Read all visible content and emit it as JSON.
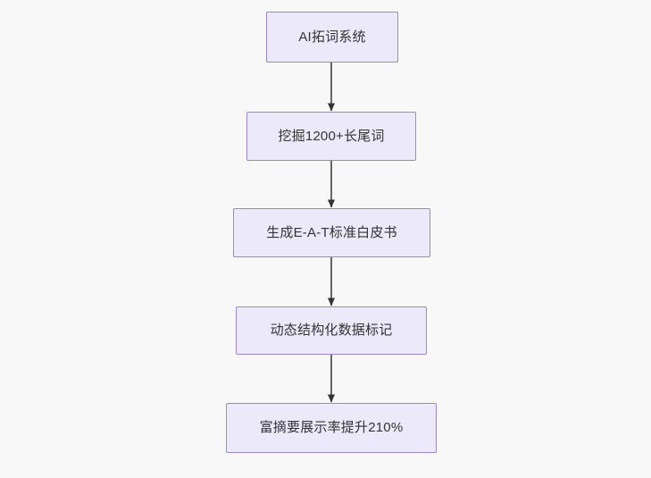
{
  "diagram": {
    "type": "flowchart",
    "direction": "top-to-bottom",
    "background_color": "#f8f8f8",
    "node_fill_color": "#ece9fb",
    "node_border_color": "#9d85d4",
    "node_text_color": "#333333",
    "edge_color": "#666666",
    "arrowhead_color": "#333333",
    "nodes": [
      {
        "id": "node-0",
        "label": "AI拓词系统"
      },
      {
        "id": "node-1",
        "label": "挖掘1200+长尾词"
      },
      {
        "id": "node-2",
        "label": "生成E-A-T标准白皮书"
      },
      {
        "id": "node-3",
        "label": "动态结构化数据标记"
      },
      {
        "id": "node-4",
        "label": "富摘要展示率提升210%"
      }
    ],
    "edges": [
      {
        "from": "node-0",
        "to": "node-1",
        "label": ""
      },
      {
        "from": "node-1",
        "to": "node-2",
        "label": ""
      },
      {
        "from": "node-2",
        "to": "node-3",
        "label": ""
      },
      {
        "from": "node-3",
        "to": "node-4",
        "label": ""
      }
    ]
  }
}
